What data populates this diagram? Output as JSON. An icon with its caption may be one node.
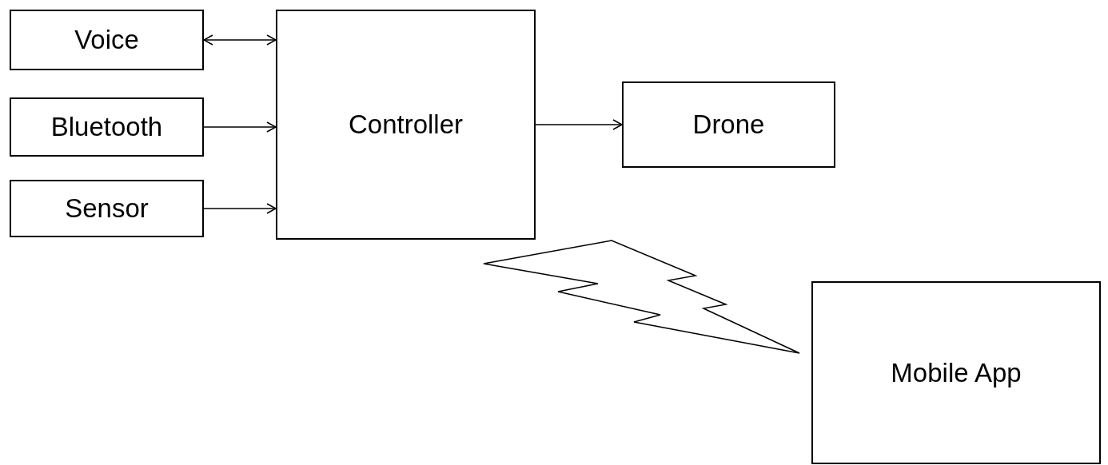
{
  "diagram": {
    "nodes": [
      {
        "text": [
          "Voice"
        ]
      },
      {
        "text": [
          "Bluetooth"
        ]
      },
      {
        "text": [
          "Sensor"
        ]
      },
      {
        "text": [
          "Controller"
        ]
      },
      {
        "text": [
          "Drone"
        ]
      },
      {
        "text": [
          "Mobile App"
        ]
      }
    ],
    "edges": [
      {
        "from": 0,
        "to": 3,
        "arrow": "both"
      },
      {
        "from": 1,
        "to": 3,
        "arrow": "to"
      },
      {
        "from": 2,
        "to": 3,
        "arrow": "to"
      },
      {
        "from": 3,
        "to": 4,
        "arrow": "to"
      }
    ]
  }
}
